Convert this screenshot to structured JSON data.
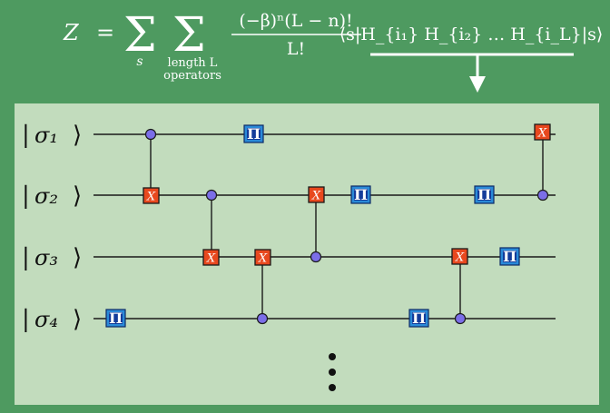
{
  "formula": {
    "lhs": "Z",
    "eq": "=",
    "sum1_sub": "s",
    "sum2_sub_line1": "length L",
    "sum2_sub_line2": "operators",
    "numerator": "(−β)ⁿ(L − n)!",
    "denominator": "L!",
    "bracket": "⟨s|H_{i₁} H_{i₂} … H_{i_L}|s⟩"
  },
  "circuit": {
    "kets": [
      "σ₁",
      "σ₂",
      "σ₃",
      "σ₄"
    ],
    "x_gate_label": "X",
    "pi_gate_label": "Π",
    "continuation": "⋮"
  },
  "colors": {
    "background": "#4e9a60",
    "panel": "#c2dcbd",
    "x_gate": "#e8481e",
    "pi_gate": "#2a8ad8",
    "control_dot": "#7b6ee8"
  }
}
